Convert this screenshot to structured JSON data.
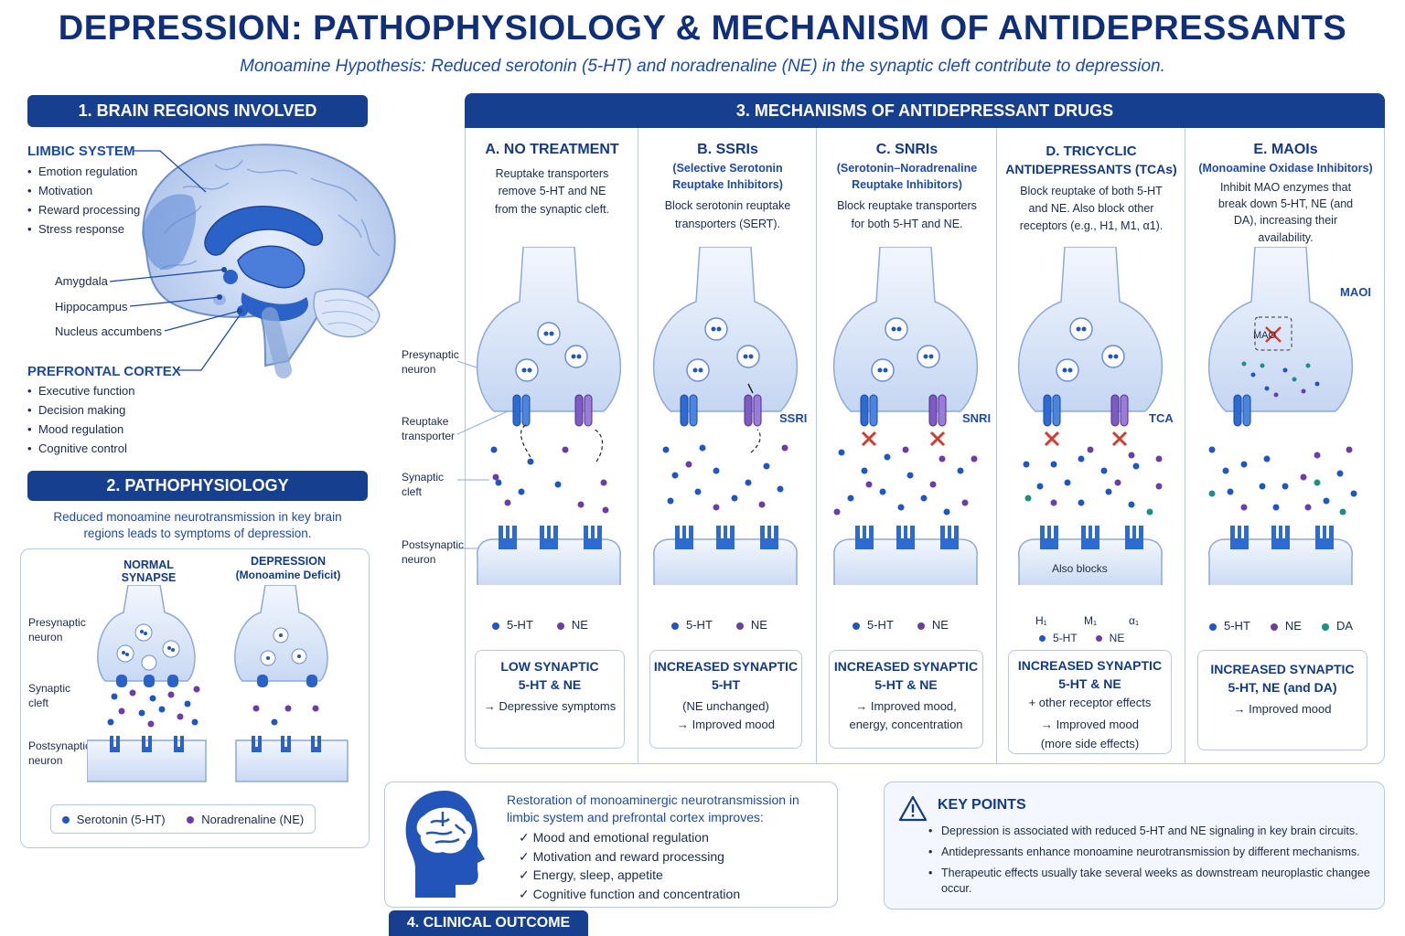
{
  "title": "DEPRESSION: PATHOPHYSIOLOGY & MECHANISM OF ANTIDEPRESSANTS",
  "subtitle": "Monoamine Hypothesis: Reduced serotonin (5-HT) and noradrenaline (NE) in the synaptic cleft contribute to depression.",
  "colors": {
    "navy": "#173f8f",
    "serotonin": "#1f57c2",
    "noradrenaline": "#6a3ea6",
    "dopamine": "#1c8f86",
    "block": "#d63a2f"
  },
  "section1": {
    "banner": "1. BRAIN REGIONS INVOLVED",
    "limbic_title": "LIMBIC SYSTEM",
    "limbic_items": [
      "Emotion regulation",
      "Motivation",
      "Reward processing",
      "Stress response"
    ],
    "amygdala": "Amygdala",
    "hippocampus": "Hippocampus",
    "nucleus": "Nucleus accumbens",
    "pfc_title": "PREFRONTAL CORTEX",
    "pfc_items": [
      "Executive function",
      "Decision making",
      "Mood regulation",
      "Cognitive control"
    ]
  },
  "section2": {
    "banner": "2. PATHOPHYSIOLOGY",
    "desc_line1": "Reduced monoamine neurotransmission in key brain",
    "desc_line2": "regions leads to symptoms of depression.",
    "normal": "NORMAL SYNAPSE",
    "depression": "DEPRESSION",
    "depression_sub": "(Monoamine Deficit)",
    "pre_line1": "Presynaptic",
    "pre_line2": "neuron",
    "cleft_line1": "Synaptic",
    "cleft_line2": "cleft",
    "post_line1": "Postsynaptic",
    "post_line2": "neuron",
    "legend_5ht": "Serotonin (5-HT)",
    "legend_ne": "Noradrenaline (NE)"
  },
  "section3": {
    "banner": "3. MECHANISMS OF ANTIDEPRESSANT DRUGS",
    "side_pre1": "Presynaptic",
    "side_pre2": "neuron",
    "side_re1": "Reuptake",
    "side_re2": "transporter",
    "side_cl1": "Synaptic",
    "side_cl2": "cleft",
    "side_po1": "Postsynaptic",
    "side_po2": "neuron",
    "lbl_5ht": "5-HT",
    "lbl_ne": "NE",
    "lbl_da": "DA",
    "colA": {
      "title": "A. NO TREATMENT",
      "d1": "Reuptake transporters",
      "d2": "remove 5-HT and NE",
      "d3": "from the synaptic cleft.",
      "out_h1": "LOW SYNAPTIC",
      "out_h2": "5-HT & NE",
      "out_t1": "→ Depressive symptoms"
    },
    "colB": {
      "title": "B. SSRIs",
      "s1": "(Selective Serotonin",
      "s2": "Reuptake Inhibitors)",
      "d1": "Block serotonin reuptake",
      "d2": "transporters (SERT).",
      "drug": "SSRI",
      "out_h1": "INCREASED SYNAPTIC",
      "out_h2": "5-HT",
      "out_t1": "(NE unchanged)",
      "out_t2": "→ Improved mood"
    },
    "colC": {
      "title": "C. SNRIs",
      "s1": "(Serotonin–Noradrenaline",
      "s2": "Reuptake Inhibitors)",
      "d1": "Block reuptake transporters",
      "d2": "for both 5-HT and NE.",
      "drug": "SNRI",
      "out_h1": "INCREASED SYNAPTIC",
      "out_h2": "5-HT & NE",
      "out_t1": "→ Improved mood,",
      "out_t2": "energy, concentration"
    },
    "colD": {
      "title": "D. TRICYCLIC",
      "title2": "ANTIDEPRESSANTS (TCAs)",
      "d1": "Block reuptake of both 5-HT",
      "d2": "and NE. Also block other",
      "d3": "receptors (e.g., H1, M1, α1).",
      "drug": "TCA",
      "also": "Also blocks",
      "h1": "H₁",
      "m1": "M₁",
      "a1": "α₁",
      "out_h1": "INCREASED SYNAPTIC",
      "out_h2": "5-HT & NE",
      "out_t1": "+ other receptor effects",
      "out_t2": "→ Improved mood",
      "out_t3": "(more side effects)"
    },
    "colE": {
      "title": "E. MAOIs",
      "s1": "(Monoamine Oxidase Inhibitors)",
      "d1": "Inhibit MAO enzymes that",
      "d2": "break down 5-HT, NE (and",
      "d3": "DA), increasing their",
      "d4": "availability.",
      "drug": "MAOI",
      "mao": "MAO",
      "out_h1": "INCREASED SYNAPTIC",
      "out_h2": "5-HT, NE (and DA)",
      "out_t1": "→ Improved mood"
    }
  },
  "section4": {
    "banner": "4. CLINICAL OUTCOME",
    "intro1": "Restoration of monoaminergic neurotransmission in",
    "intro2": "limbic system and prefrontal cortex improves:",
    "items": [
      "Mood and emotional regulation",
      "Motivation and reward processing",
      "Energy, sleep, appetite",
      "Cognitive function and concentration"
    ]
  },
  "keypoints": {
    "title": "KEY POINTS",
    "items": [
      "Depression is associated with reduced 5-HT and NE signaling in key brain circuits.",
      "Antidepressants enhance monoamine neurotransmission by different mechanisms.",
      "Therapeutic effects usually take several weeks as downstream neuroplastic changee occur."
    ]
  }
}
